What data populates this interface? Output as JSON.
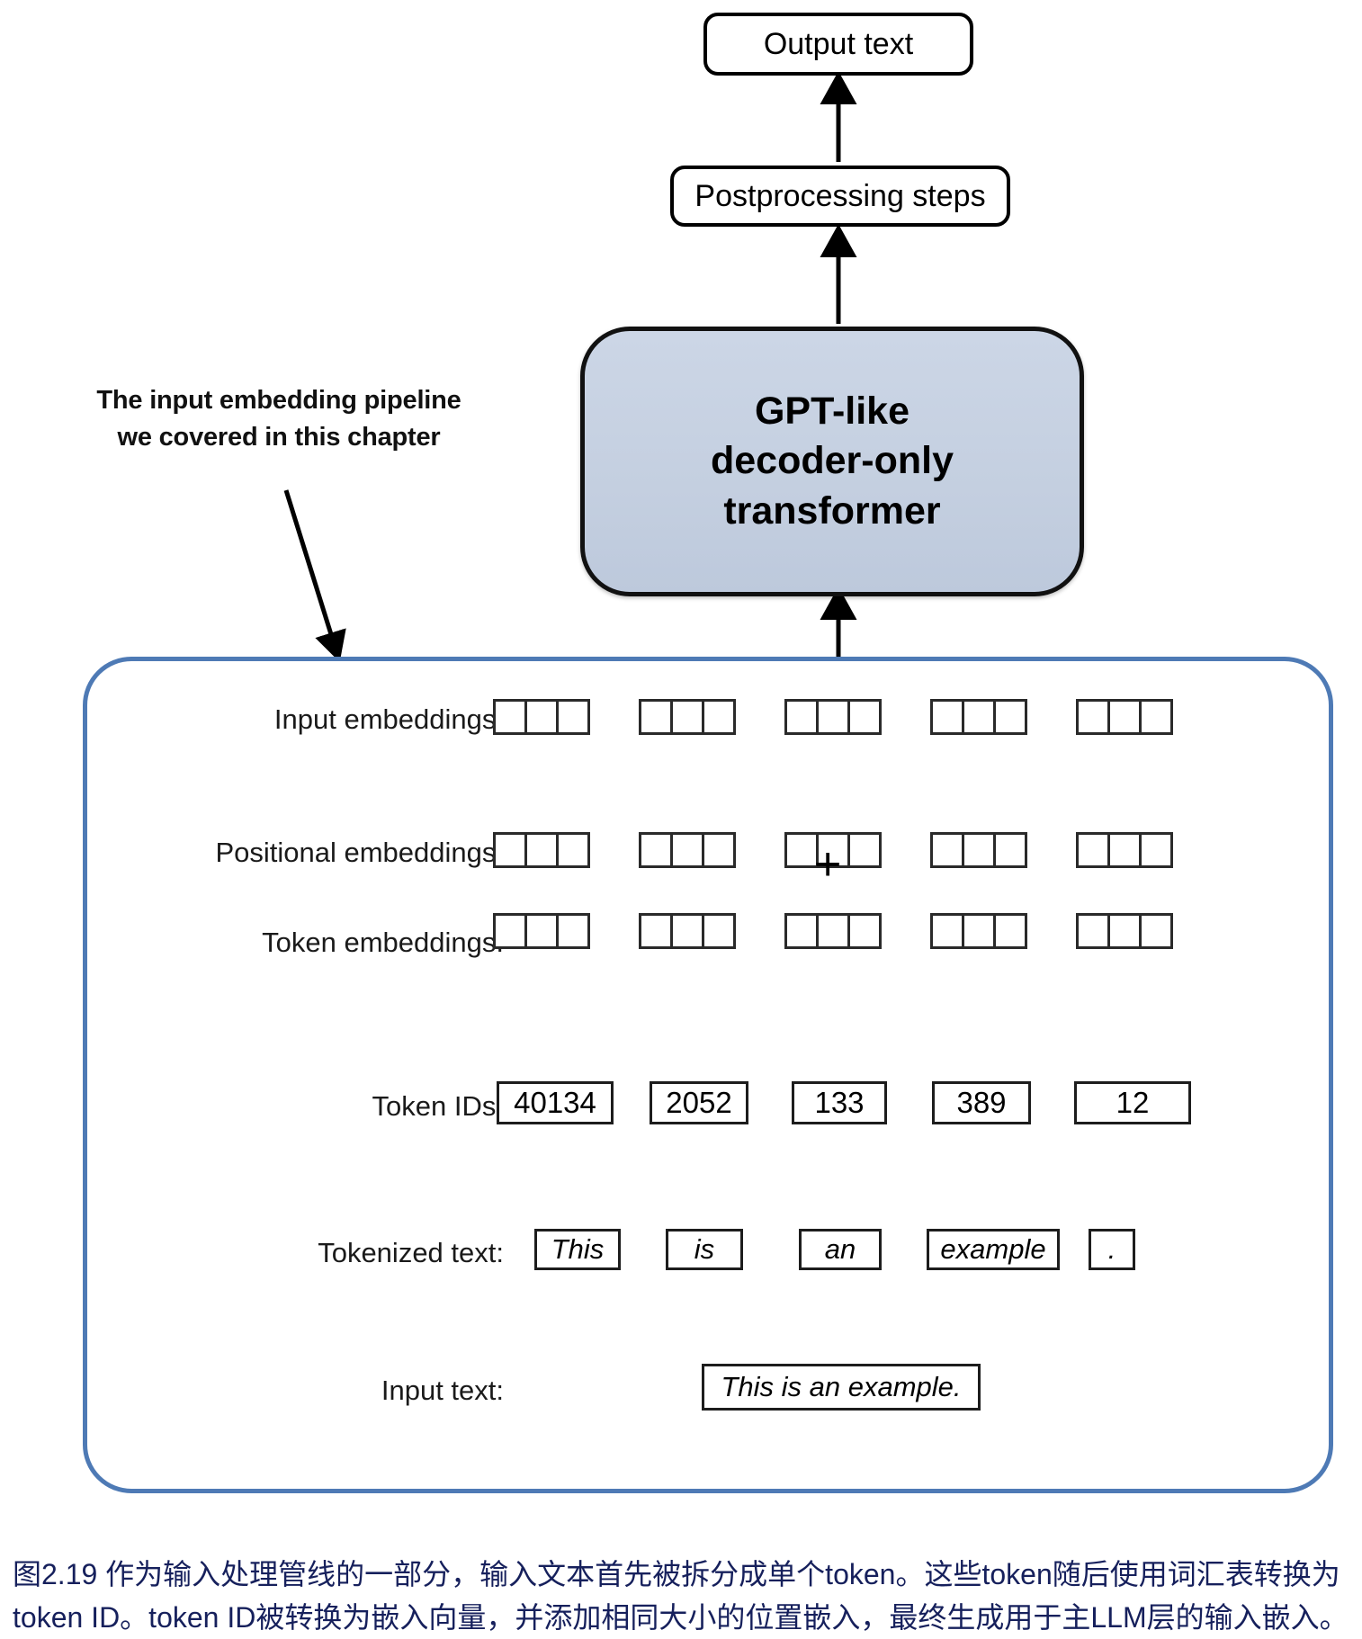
{
  "diagram": {
    "top_chain": {
      "output_text_label": "Output text",
      "postprocessing_label": "Postprocessing steps",
      "model_line_1": "GPT-like",
      "model_line_2": "decoder-only",
      "model_line_3": "transformer"
    },
    "annotation": {
      "line_1": "The input embedding pipeline",
      "line_2": "we covered in this chapter"
    },
    "plus_symbol": "+",
    "rows": [
      {
        "label": "Input embeddings:"
      },
      {
        "label": "Positional embeddings:"
      },
      {
        "label": "Token embeddings:"
      },
      {
        "label": "Token IDs:"
      },
      {
        "label": "Tokenized text:"
      },
      {
        "label": "Input text:"
      }
    ],
    "embedding_cells_per_group": 3,
    "groups_per_row": 5,
    "token_ids": [
      "40134",
      "2052",
      "133",
      "389",
      "12"
    ],
    "tokenized_text": [
      "This",
      "is",
      "an",
      "example",
      "."
    ],
    "input_text": "This is an example.",
    "colors": {
      "container_border": "#4e7ab5",
      "model_fill": "#c6d0e0",
      "caption_text": "#16205c",
      "outline": "#000000"
    }
  },
  "caption": {
    "line_1": "图2.19 作为输入处理管线的一部分，输入文本首先被拆分成单个token。这些token随后使用词汇表转换为",
    "line_2": "token ID。token ID被转换为嵌入向量，并添加相同大小的位置嵌入，最终生成用于主LLM层的输入嵌入。"
  }
}
